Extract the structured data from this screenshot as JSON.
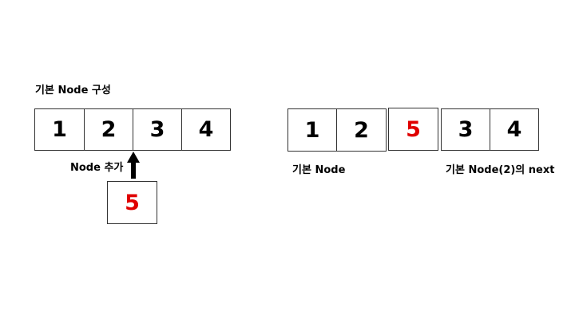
{
  "left": {
    "title": "기본 Node 구성",
    "cells": [
      "1",
      "2",
      "3",
      "4"
    ],
    "add_label": "Node 추가",
    "new_node": "5"
  },
  "right": {
    "group_a": [
      "1",
      "2"
    ],
    "inserted": "5",
    "group_b": [
      "3",
      "4"
    ],
    "label_a": "기본 Node",
    "label_b": "기본 Node(2)의 next"
  },
  "colors": {
    "highlight": "#e00000",
    "border": "#333333",
    "text": "#000000"
  },
  "icons": {
    "insert_arrow": "arrow-up-icon"
  }
}
